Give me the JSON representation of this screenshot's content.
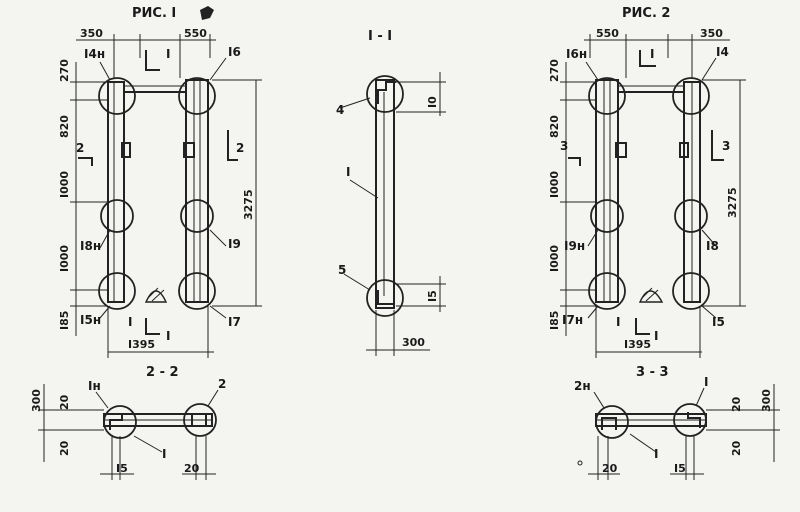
{
  "fig1": {
    "title": "РИС. I",
    "dim_top_left": "350",
    "dim_top_right": "550",
    "dim_bottom": "I395",
    "dim_right": "3275",
    "dim_rows": [
      "270",
      "820",
      "I000",
      "I000",
      "I85"
    ],
    "callouts": [
      "I4н",
      "I6",
      "I8н",
      "I9",
      "I5н",
      "I7"
    ],
    "section_marks": [
      "I",
      "I",
      "2",
      "2",
      "I",
      "I"
    ]
  },
  "fig2": {
    "title": "РИС. 2",
    "dim_top_left": "550",
    "dim_top_right": "350",
    "dim_bottom": "I395",
    "dim_right": "3275",
    "dim_rows": [
      "270",
      "820",
      "I000",
      "I000",
      "I85"
    ],
    "callouts": [
      "I6н",
      "I4",
      "I9н",
      "I8",
      "I7н",
      "I5"
    ],
    "section_marks": [
      "I",
      "I",
      "3",
      "3",
      "I",
      "I"
    ]
  },
  "sec11": {
    "title": "I - I",
    "callouts": [
      "4",
      "I",
      "5"
    ],
    "dim_top": "I0",
    "dim_bottom": "I5",
    "dim_width": "300"
  },
  "sec22": {
    "title": "2 - 2",
    "callouts": [
      "Iн",
      "2",
      "I"
    ],
    "dim_left_outer": "300",
    "dim_left_a": "20",
    "dim_left_b": "20",
    "dim_bottom_left": "I5",
    "dim_bottom_right": "20"
  },
  "sec33": {
    "title": "3 - 3",
    "callouts": [
      "2н",
      "I",
      "I"
    ],
    "dim_right_outer": "300",
    "dim_right_a": "20",
    "dim_right_b": "20",
    "dim_bottom_left": "20",
    "dim_bottom_right": "I5"
  }
}
